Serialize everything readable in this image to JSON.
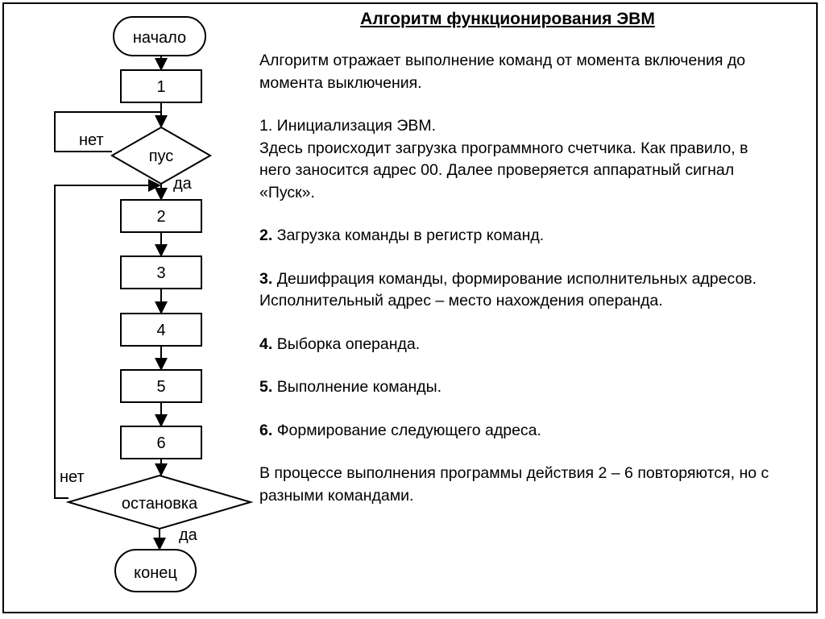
{
  "flowchart": {
    "start": "начало",
    "step1": "1",
    "decision1": "пус",
    "decision1_no": "нет",
    "decision1_yes": "да",
    "step2": "2",
    "step3": "3",
    "step4": "4",
    "step5": "5",
    "step6": "6",
    "decision2": "остановка",
    "decision2_no": "нет",
    "decision2_yes": "да",
    "end": "конец"
  },
  "title": "Алгоритм функционирования ЭВМ",
  "intro": "Алгоритм отражает выполнение команд от момента включения до момента выключения.",
  "items": [
    {
      "lines": [
        "1. Инициализация ЭВМ.",
        "Здесь происходит загрузка программного счетчика. Как правило, в него заносится адрес 00. Далее проверяется аппаратный сигнал «Пуск»."
      ]
    },
    {
      "num": "2.",
      "text": "Загрузка команды в регистр команд."
    },
    {
      "num": "3.",
      "text": "Дешифрация команды, формирование исполнительных адресов.",
      "extra": "Исполнительный адрес – место нахождения операнда."
    },
    {
      "num": "4.",
      "text": "Выборка операнда."
    },
    {
      "num": "5.",
      "text": "Выполнение команды."
    },
    {
      "num": "6.",
      "text": "Формирование следующего адреса."
    }
  ],
  "conclusion": "В процессе выполнения программы действия 2 – 6 повторяются, но с разными командами."
}
